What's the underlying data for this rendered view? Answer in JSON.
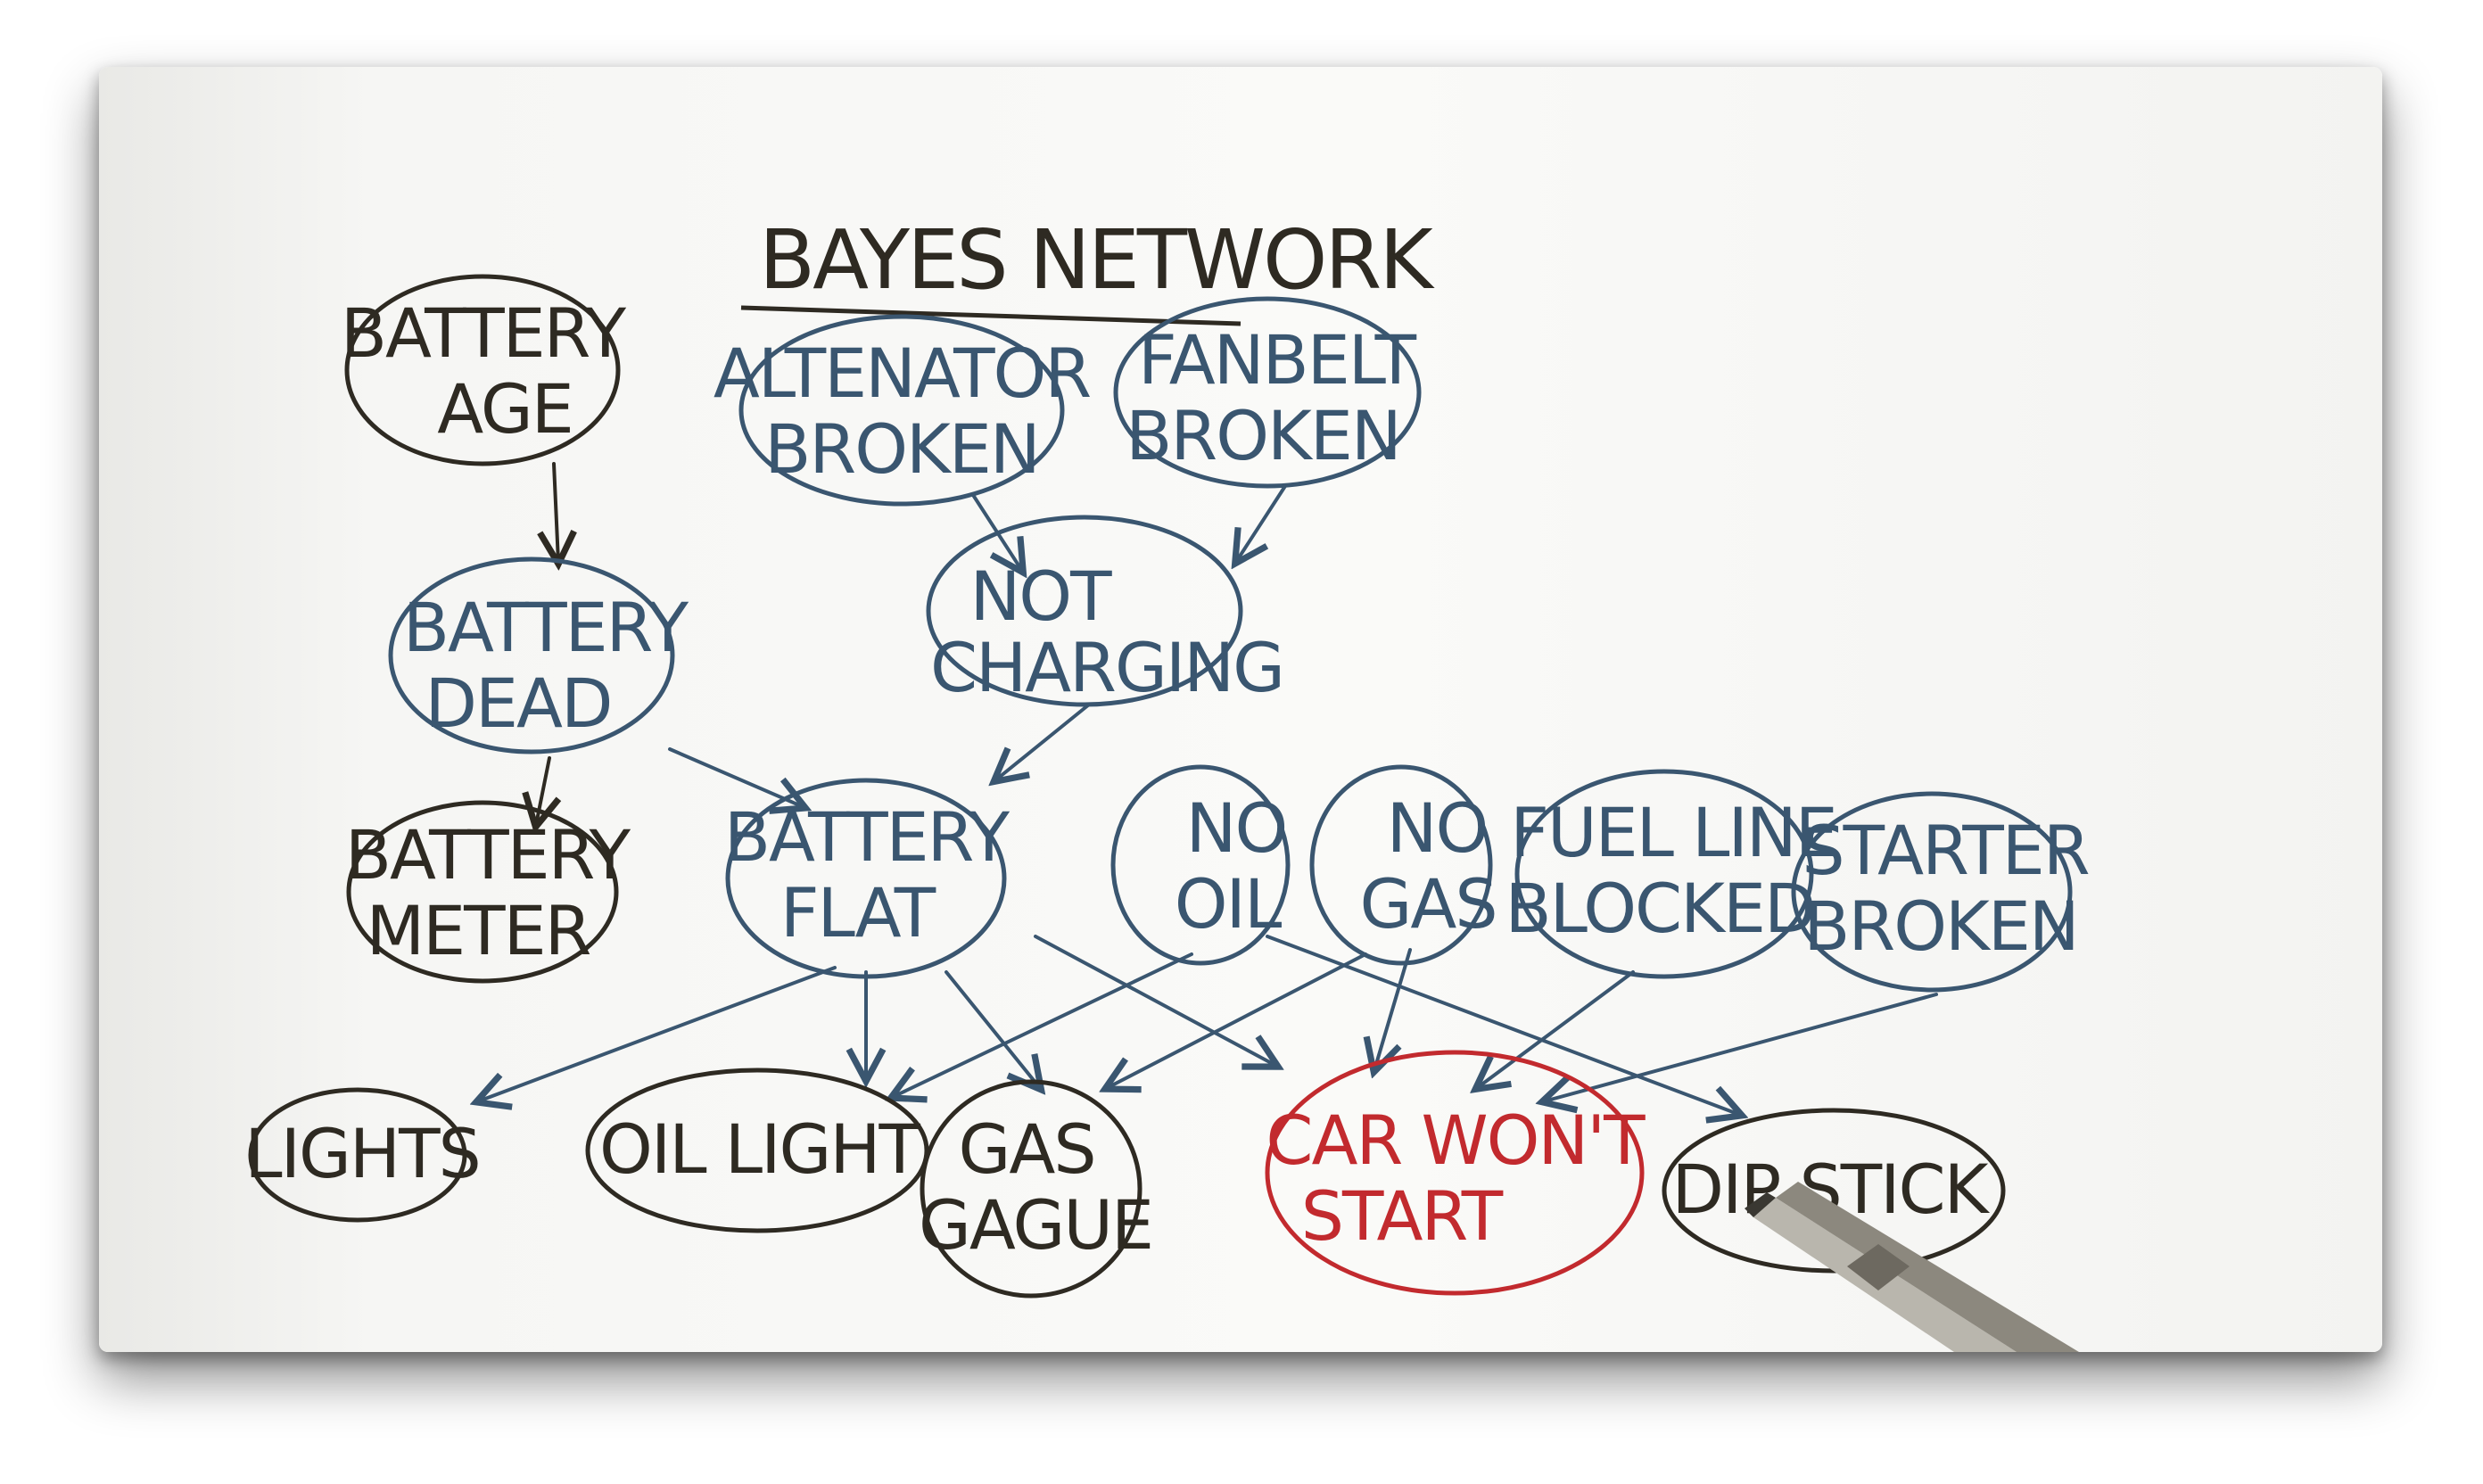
{
  "diagram": {
    "title": "BAYES NETWORK",
    "colors": {
      "blue_ink": "#3a5670",
      "black_ink": "#2e2a22",
      "red_ink": "#c22a2e"
    },
    "nodes": {
      "battery_age": {
        "line1": "BATTERY",
        "line2": "AGE"
      },
      "alternator_broken": {
        "line1": "ALTENATOR",
        "line2": "BROKEN"
      },
      "fanbelt_broken": {
        "line1": "FANBELT",
        "line2": "BROKEN"
      },
      "battery_dead": {
        "line1": "BATTERY",
        "line2": "DEAD"
      },
      "not_charging": {
        "line1": "NOT",
        "line2": "CHARGING"
      },
      "battery_meter": {
        "line1": "BATTERY",
        "line2": "METER"
      },
      "battery_flat": {
        "line1": "BATTERY",
        "line2": "FLAT"
      },
      "no_oil": {
        "line1": "NO",
        "line2": "OIL"
      },
      "no_gas": {
        "line1": "NO",
        "line2": "GAS"
      },
      "fuel_line_blocked": {
        "line1": "FUEL LINE",
        "line2": "BLOCKED"
      },
      "starter_broken": {
        "line1": "STARTER",
        "line2": "BROKEN"
      },
      "lights": {
        "line1": "LIGHTS"
      },
      "oil_light": {
        "line1": "OIL LIGHT"
      },
      "gas_gauge": {
        "line1": "GAS",
        "line2": "GAGUE"
      },
      "car_wont_start": {
        "line1": "CAR WON'T",
        "line2": "START"
      },
      "dip_stick": {
        "line1": "DIP STICK"
      }
    }
  }
}
